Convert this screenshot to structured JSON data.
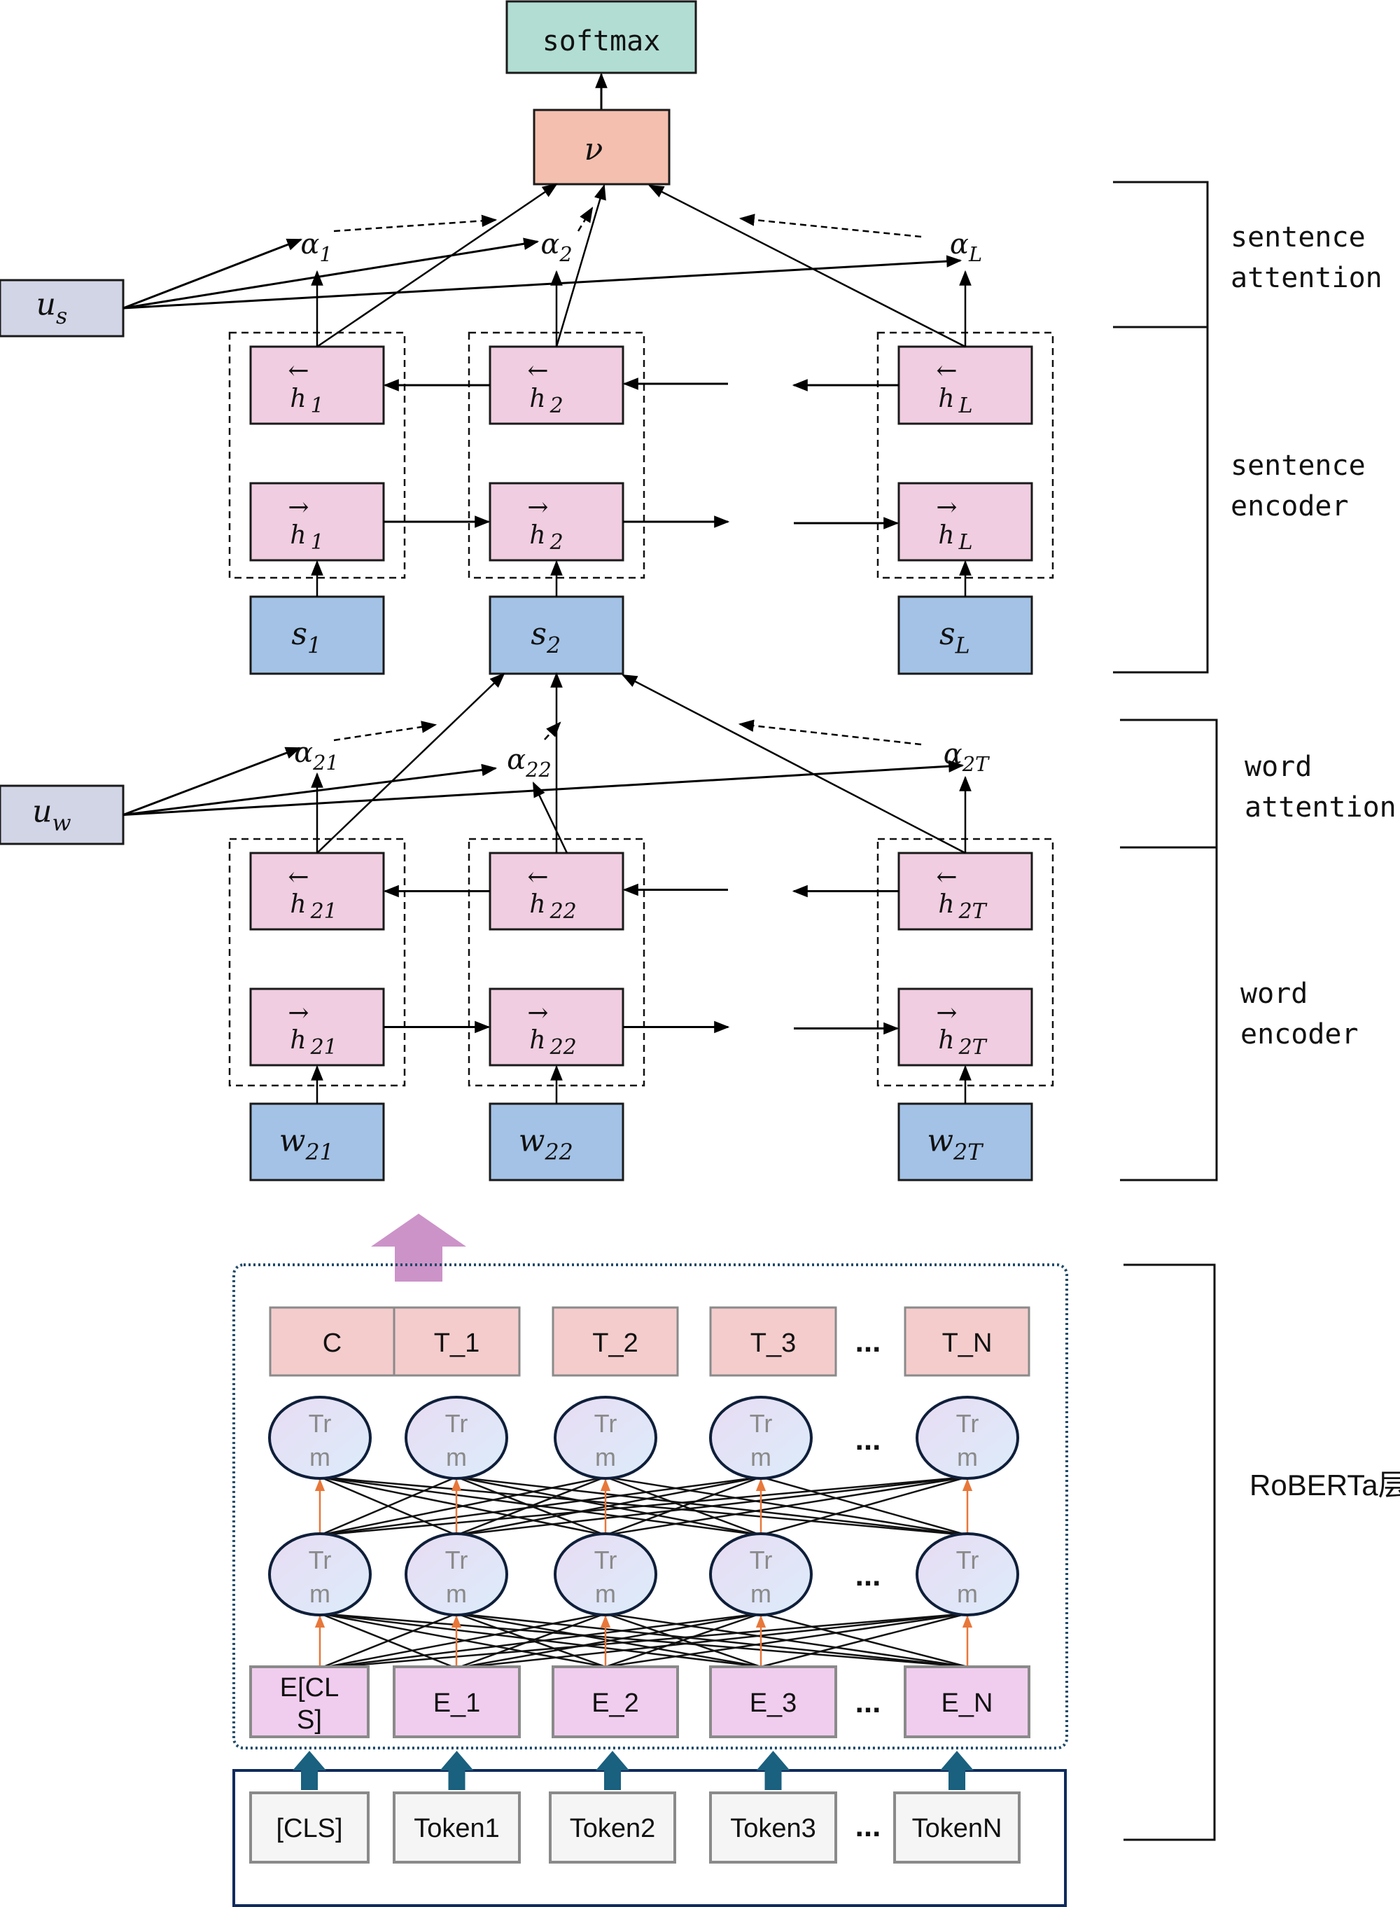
{
  "title": "RoBERTa + Hierarchical Attention Network architecture",
  "colors": {
    "softmax_fill": "#b2ddd3",
    "v_fill": "#f4bfae",
    "u_fill": "#d2d5e6",
    "hidden_fill": "#f0cde0",
    "input_fill": "#a3c2e6",
    "t_fill": "#f4cccc",
    "trm_fill": "#e4e0f4",
    "e_fill": "#f0cdee",
    "token_fill": "#f5f5f5",
    "pink_arrow": "#cc93c8",
    "blue_arrow": "#1a607f",
    "orange_arrow": "#e8773a",
    "frame_dark": "#0f2a5c"
  },
  "top": {
    "softmax_label": "softmax",
    "v_label": "ν"
  },
  "sentence": {
    "context_vector": {
      "base": "u",
      "sub": "s"
    },
    "alphas": [
      {
        "base": "α",
        "sub": "1"
      },
      {
        "base": "α",
        "sub": "2"
      },
      {
        "base": "α",
        "sub": "L"
      }
    ],
    "backward": [
      {
        "arrow": "←",
        "base": "h",
        "sub": "1"
      },
      {
        "arrow": "←",
        "base": "h",
        "sub": "2"
      },
      {
        "arrow": "←",
        "base": "h",
        "sub": "L"
      }
    ],
    "forward": [
      {
        "arrow": "→",
        "base": "h",
        "sub": "1"
      },
      {
        "arrow": "→",
        "base": "h",
        "sub": "2"
      },
      {
        "arrow": "→",
        "base": "h",
        "sub": "L"
      }
    ],
    "inputs": [
      {
        "base": "s",
        "sub": "1"
      },
      {
        "base": "s",
        "sub": "2"
      },
      {
        "base": "s",
        "sub": "L"
      }
    ],
    "attention_label": [
      "sentence",
      "attention"
    ],
    "encoder_label": [
      "sentence",
      "encoder"
    ]
  },
  "word": {
    "context_vector": {
      "base": "u",
      "sub": "w"
    },
    "alphas": [
      {
        "base": "α",
        "sub": "21"
      },
      {
        "base": "α",
        "sub": "22"
      },
      {
        "base": "α",
        "sub": "2T"
      }
    ],
    "backward": [
      {
        "arrow": "←",
        "base": "h",
        "sub": "21"
      },
      {
        "arrow": "←",
        "base": "h",
        "sub": "22"
      },
      {
        "arrow": "←",
        "base": "h",
        "sub": "2T"
      }
    ],
    "forward": [
      {
        "arrow": "→",
        "base": "h",
        "sub": "21"
      },
      {
        "arrow": "→",
        "base": "h",
        "sub": "22"
      },
      {
        "arrow": "→",
        "base": "h",
        "sub": "2T"
      }
    ],
    "inputs": [
      {
        "base": "w",
        "sub": "21"
      },
      {
        "base": "w",
        "sub": "22"
      },
      {
        "base": "w",
        "sub": "2T"
      }
    ],
    "attention_label": [
      "word",
      "attention"
    ],
    "encoder_label": [
      "word",
      "encoder"
    ]
  },
  "roberta": {
    "outputs": [
      "C",
      "T_1",
      "T_2",
      "T_3",
      "T_N"
    ],
    "trm_label": [
      "Tr",
      "m"
    ],
    "embeddings": [
      "E[CL\nS]",
      "E_1",
      "E_2",
      "E_3",
      "E_N"
    ],
    "embeddings_lines": [
      [
        "E[CL",
        "S]"
      ],
      [
        "E_1"
      ],
      [
        "E_2"
      ],
      [
        "E_3"
      ],
      [
        "E_N"
      ]
    ],
    "tokens": [
      "[CLS]",
      "Token1",
      "Token2",
      "Token3",
      "TokenN"
    ],
    "ellipsis": "...",
    "layer_label": "RoBERTa层"
  }
}
